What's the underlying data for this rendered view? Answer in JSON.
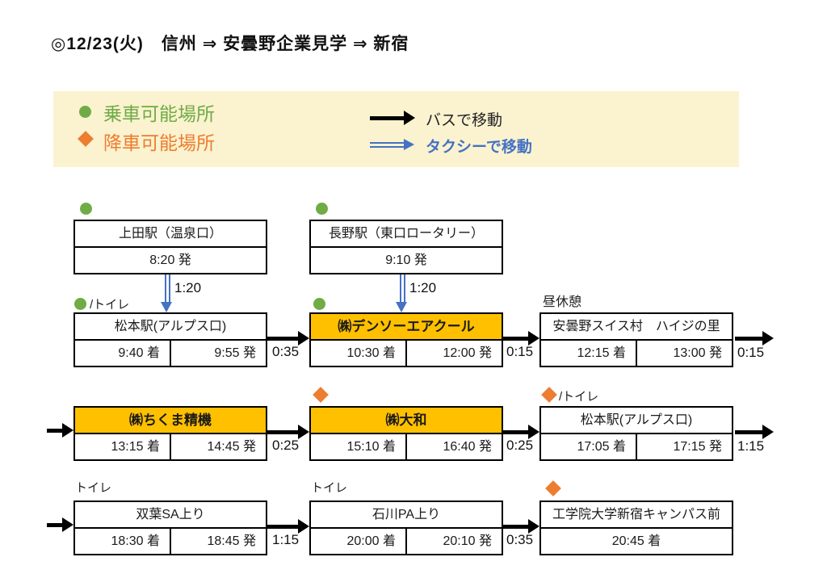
{
  "page_title": "◎12/23(火)　信州 ⇒ 安曇野企業見学 ⇒ 新宿",
  "legend": {
    "boarding": "乗車可能場所",
    "alighting": "降車可能場所",
    "bus": "バスで移動",
    "taxi": "タクシーで移動"
  },
  "colors": {
    "gold_header": "#FFC000",
    "boarding_green": "#6FAC46",
    "alighting_orange": "#ED7D31",
    "taxi_blue": "#4472C4",
    "legend_background": "#FBF2CF"
  },
  "taxi_transfers": [
    {
      "duration": "1:20"
    },
    {
      "duration": "1:20"
    }
  ],
  "rows": [
    {
      "boxes": [
        {
          "title": "上田駅（温泉口）",
          "time": "8:20 発"
        },
        {
          "title": "長野駅（東口ロータリー）",
          "time": "9:10 発"
        }
      ]
    },
    {
      "boxes": [
        {
          "note": "/トイレ",
          "title": "松本駅(アルプス口)",
          "arr": "9:40 着",
          "dep": "9:55 発"
        },
        {
          "title": "㈱デンソーエアクール",
          "arr": "10:30 着",
          "dep": "12:00 発"
        },
        {
          "note": "昼休憩",
          "title": "安曇野スイス村　ハイジの里",
          "arr": "12:15 着",
          "dep": "13:00 発"
        }
      ],
      "durations": [
        "0:35",
        "0:15",
        "0:15"
      ]
    },
    {
      "boxes": [
        {
          "title": "㈱ちくま精機",
          "arr": "13:15 着",
          "dep": "14:45 発"
        },
        {
          "title": "㈱大和",
          "arr": "15:10 着",
          "dep": "16:40 発"
        },
        {
          "note": "/トイレ",
          "title": "松本駅(アルプス口)",
          "arr": "17:05 着",
          "dep": "17:15 発"
        }
      ],
      "durations": [
        "0:25",
        "0:25",
        "1:15"
      ]
    },
    {
      "boxes": [
        {
          "note": "トイレ",
          "title": "双葉SA上り",
          "arr": "18:30 着",
          "dep": "18:45 発"
        },
        {
          "note": "トイレ",
          "title": "石川PA上り",
          "arr": "20:00 着",
          "dep": "20:10 発"
        },
        {
          "title": "工学院大学新宿キャンパス前",
          "time": "20:45 着"
        }
      ],
      "durations": [
        "1:15",
        "0:35"
      ]
    }
  ]
}
